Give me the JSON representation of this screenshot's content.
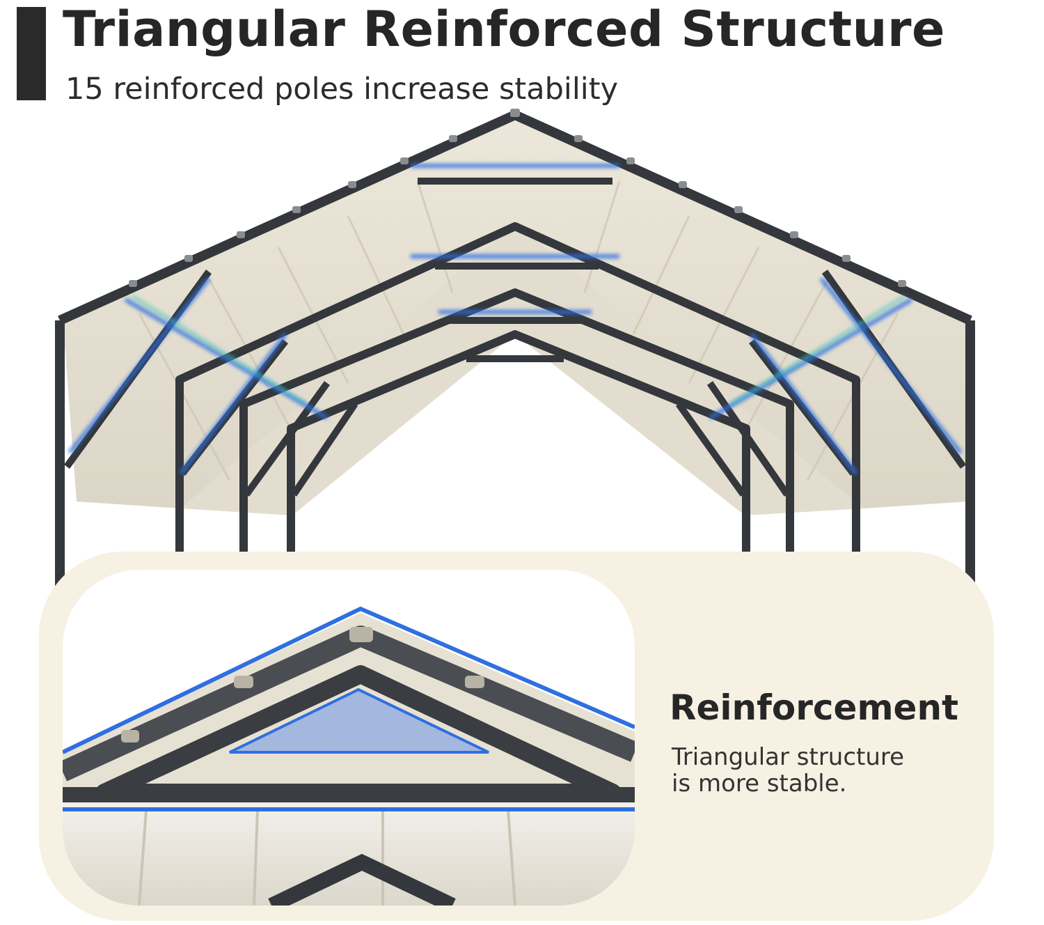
{
  "header": {
    "title": "Triangular Reinforced Structure",
    "subtitle": "15 reinforced poles increase stability"
  },
  "card": {
    "title": "Reinforcement",
    "text_line1": "Triangular structure",
    "text_line2": "is more stable."
  },
  "colors": {
    "frame": "#34373b",
    "roof": "#e6e0d2",
    "highlight": "#2f6fe0",
    "panel": "#f6f1e2",
    "text": "#262626"
  }
}
